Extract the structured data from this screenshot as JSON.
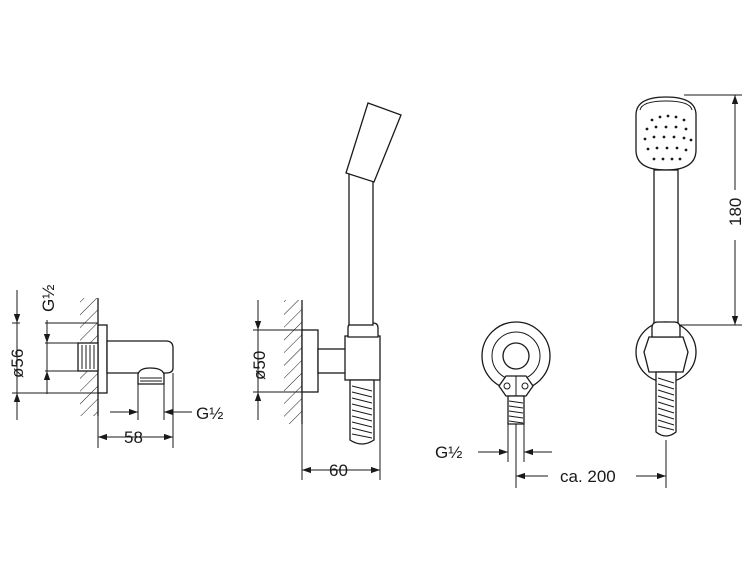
{
  "labels": {
    "wall_outlet_thread_top": "G½",
    "wall_outlet_diameter": "ø56",
    "wall_outlet_thread_side": "G½",
    "wall_outlet_depth": "58",
    "bracket_diameter": "ø50",
    "bracket_depth": "60",
    "handshower_length": "180",
    "front_thread": "G½",
    "front_spacing": "ca. 200"
  }
}
